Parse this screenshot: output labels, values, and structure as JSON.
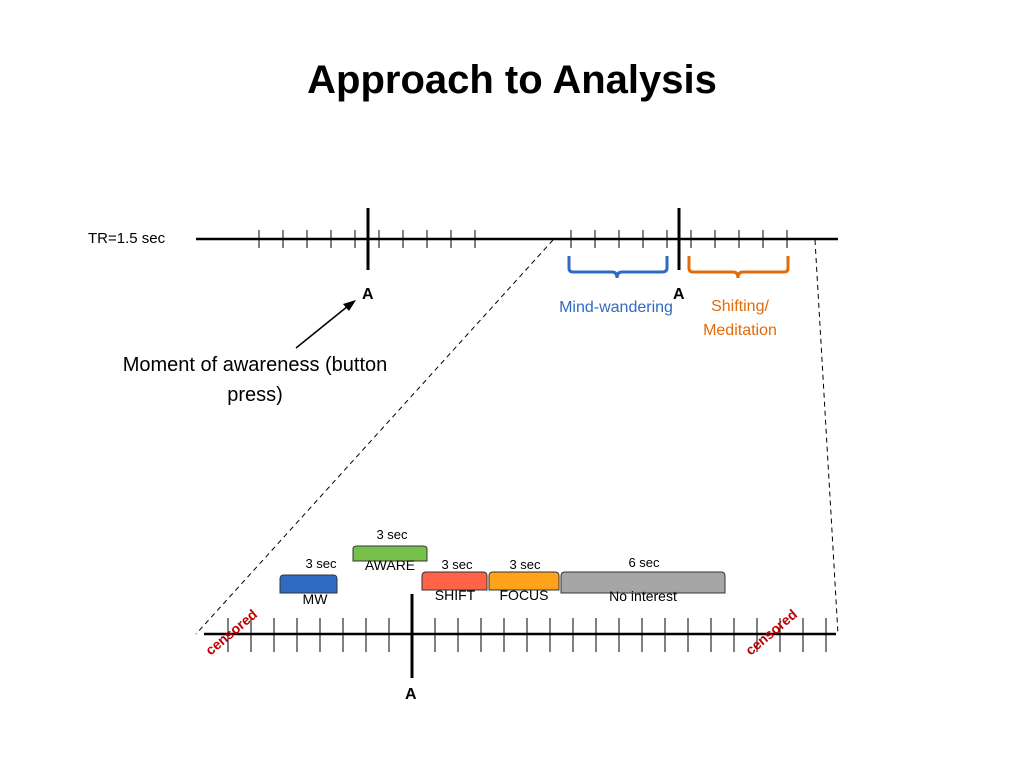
{
  "title": "Approach to Analysis",
  "tr_label": "TR=1.5 sec",
  "awareness_marker": "A",
  "moment_label": "Moment of awareness (button press)",
  "mind_wandering_label": "Mind-wandering",
  "shifting_label": "Shifting/ Meditation",
  "censored_label": "censored",
  "colors": {
    "mind_wandering": "#2f6ac3",
    "shifting": "#e26b0a",
    "censored": "#c00000"
  },
  "blocks": [
    {
      "duration": "3 sec",
      "name": "MW",
      "color": "#2f6ac3"
    },
    {
      "duration": "3 sec",
      "name": "AWARE",
      "color": "#77c04b"
    },
    {
      "duration": "3 sec",
      "name": "SHIFT",
      "color": "#ff6347"
    },
    {
      "duration": "3 sec",
      "name": "FOCUS",
      "color": "#ffa31a"
    },
    {
      "duration": "6 sec",
      "name": "No interest",
      "color": "#a6a6a6"
    }
  ]
}
